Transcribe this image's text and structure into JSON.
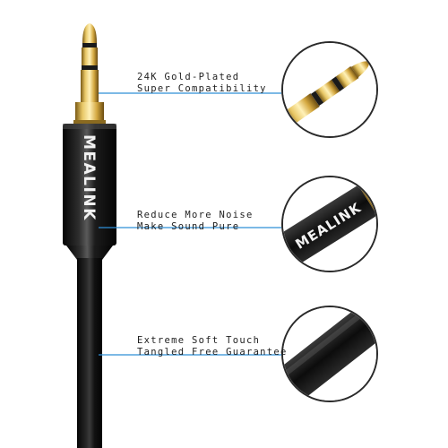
{
  "product": {
    "brand_text": "MEALINK",
    "colors": {
      "gold": "#c9a23a",
      "cable_black": "#141414",
      "callout_blue": "#2f8fd8"
    }
  },
  "callouts": [
    {
      "line1": "24K Gold-Plated",
      "line2": "Super Compatibility"
    },
    {
      "line1": "Reduce More Noise",
      "line2": "Make Sound Pure"
    },
    {
      "line1": "Extreme Soft Touch",
      "line2": "Tangled Free Guarantee"
    }
  ]
}
